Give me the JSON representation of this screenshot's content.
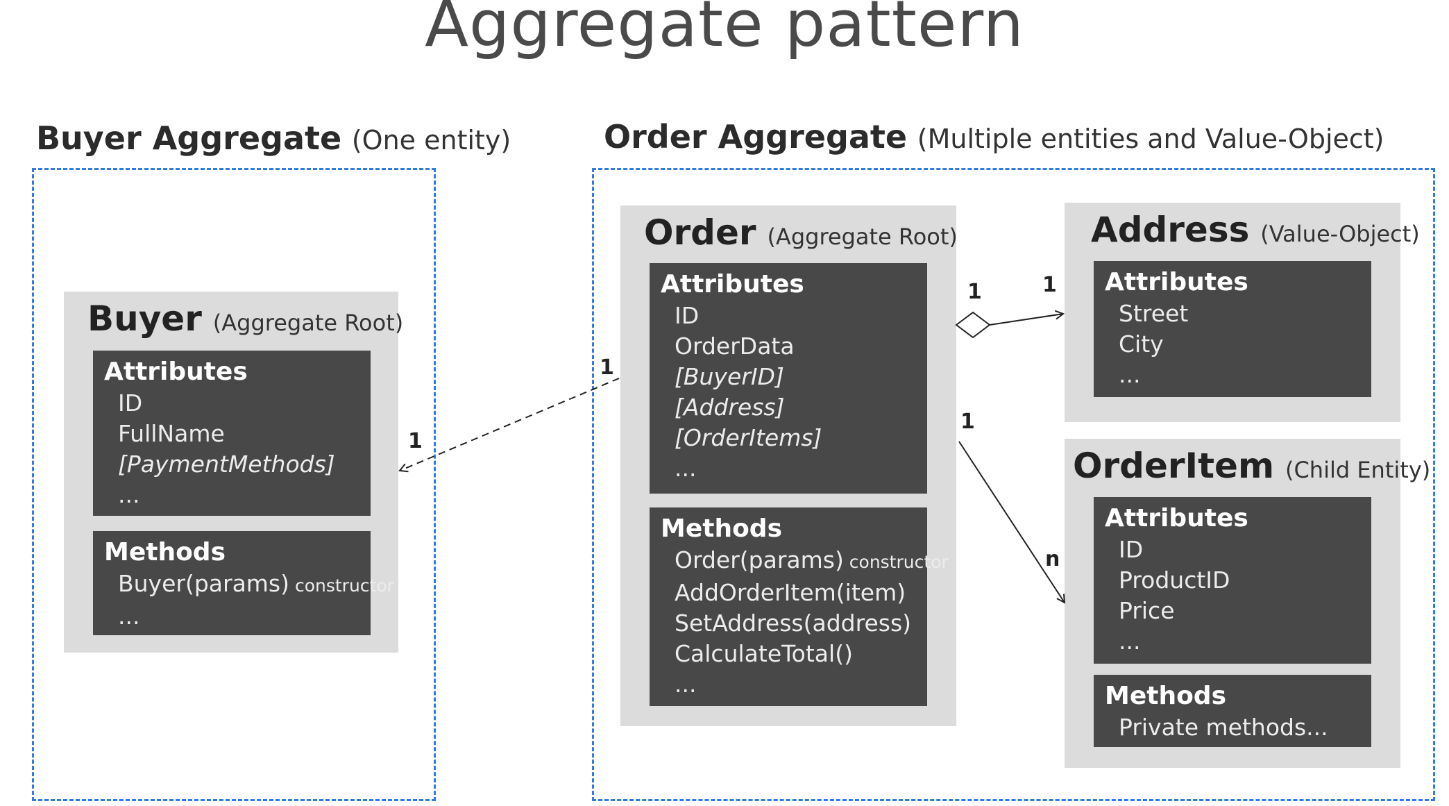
{
  "title": "Aggregate pattern",
  "buyer_aggregate": {
    "heading": "Buyer Aggregate",
    "subheading": "(One entity)",
    "buyer": {
      "name": "Buyer",
      "role": "(Aggregate Root)",
      "attributes_title": "Attributes",
      "attributes": [
        "ID",
        "FullName",
        "[PaymentMethods]",
        "..."
      ],
      "methods_title": "Methods",
      "methods": [
        {
          "text": "Buyer(params)",
          "note": "constructor"
        },
        {
          "text": "...",
          "note": ""
        }
      ]
    }
  },
  "order_aggregate": {
    "heading": "Order Aggregate",
    "subheading": "(Multiple entities and Value-Object)",
    "order": {
      "name": "Order",
      "role": "(Aggregate Root)",
      "attributes_title": "Attributes",
      "attributes": [
        "ID",
        "OrderData",
        "[BuyerID]",
        "[Address]",
        "[OrderItems]",
        "..."
      ],
      "methods_title": "Methods",
      "methods": [
        {
          "text": "Order(params)",
          "note": "constructor"
        },
        {
          "text": "AddOrderItem(item)",
          "note": ""
        },
        {
          "text": "SetAddress(address)",
          "note": ""
        },
        {
          "text": "CalculateTotal()",
          "note": ""
        },
        {
          "text": "...",
          "note": ""
        }
      ]
    },
    "address": {
      "name": "Address",
      "role": "(Value-Object)",
      "attributes_title": "Attributes",
      "attributes": [
        "Street",
        "City",
        "..."
      ]
    },
    "order_item": {
      "name": "OrderItem",
      "role": "(Child Entity)",
      "attributes_title": "Attributes",
      "attributes": [
        "ID",
        "ProductID",
        "Price",
        "..."
      ],
      "methods_title": "Methods",
      "methods": [
        {
          "text": "Private methods...",
          "note": ""
        }
      ]
    }
  },
  "relationships": {
    "order_buyer": {
      "from_mult": "1",
      "to_mult": "1"
    },
    "order_address": {
      "from_mult": "1",
      "to_mult": "1"
    },
    "order_orderitem": {
      "from_mult": "1",
      "to_mult": "n"
    }
  },
  "colors": {
    "aggregate_border": "#2f7be0",
    "entity_bg": "#dcdcdc",
    "panel_bg": "#484848"
  }
}
